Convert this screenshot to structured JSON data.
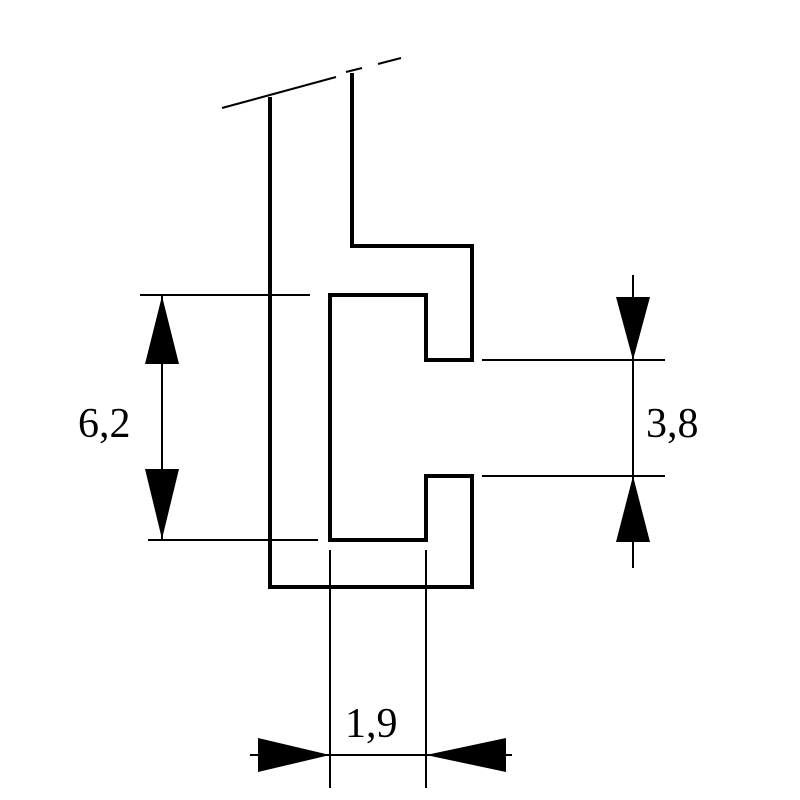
{
  "drawing": {
    "stroke_color": "#000000",
    "background": "#ffffff"
  },
  "dimensions": {
    "slot_height": {
      "label": "6,2"
    },
    "opening_height": {
      "label": "3,8"
    },
    "slot_width": {
      "label": "1,9"
    }
  }
}
